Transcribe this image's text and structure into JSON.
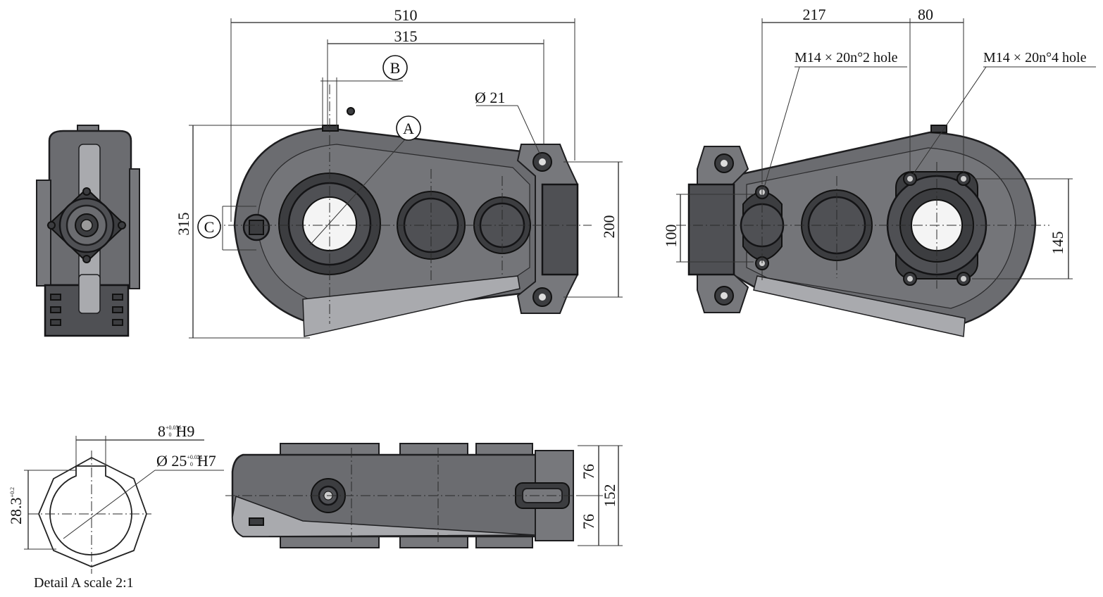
{
  "dimensions": {
    "side_overall_width": "510",
    "side_shaft_distance": "315",
    "side_height": "315",
    "side_foot_height": "200",
    "side_hole_diameter": "Ø 21",
    "rear_left_spacing": "217",
    "rear_right_spacing": "80",
    "rear_left_height": "100",
    "rear_right_height": "145",
    "rear_thread_2": "M14 × 20n°2 hole",
    "rear_thread_4": "M14 × 20n°4 hole",
    "top_half_1": "76",
    "top_half_2": "76",
    "top_total": "152",
    "key_width": "8",
    "key_width_tol_upper": "+0.036",
    "key_width_tol_lower": "0",
    "key_width_fit": "H9",
    "bore_diameter": "Ø 25",
    "bore_tol_upper": "+0.021",
    "bore_tol_lower": "0",
    "bore_fit": "H7",
    "key_depth": "28.3",
    "key_depth_tol": "+0.2",
    "detail_caption": "Detail  A scale 2:1"
  },
  "labels": {
    "ref_a": "A",
    "ref_b": "B",
    "ref_c": "C"
  },
  "colors": {
    "housing": "#6b6c70",
    "outline": "#1e1e20",
    "background": "#ffffff"
  }
}
